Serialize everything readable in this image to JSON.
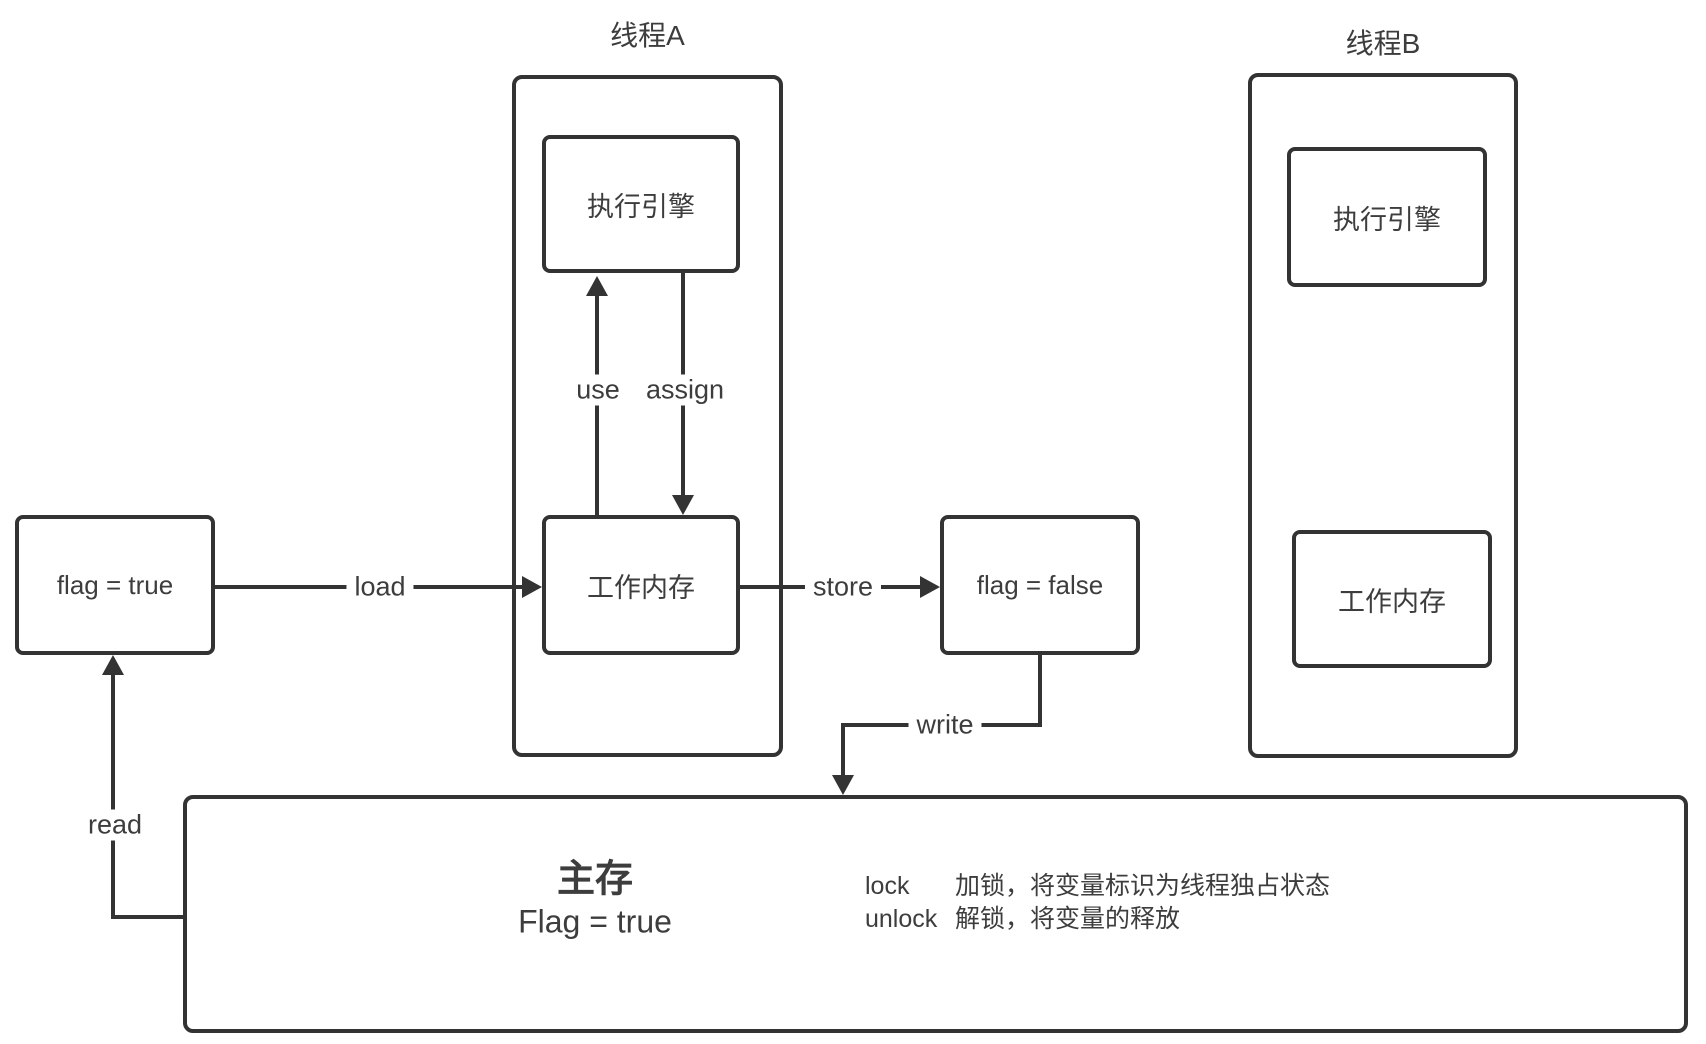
{
  "diagram": {
    "thread_a": {
      "title": "线程A",
      "engine_label": "执行引擎",
      "working_memory_label": "工作内存"
    },
    "thread_b": {
      "title": "线程B",
      "engine_label": "执行引擎",
      "working_memory_label": "工作内存"
    },
    "flag_true_box": {
      "label": "flag = true"
    },
    "flag_false_box": {
      "label": "flag = false"
    },
    "main_memory": {
      "title": "主存",
      "value": "Flag = true",
      "notes": [
        {
          "keyword": "lock",
          "description": "加锁，将变量标识为线程独占状态"
        },
        {
          "keyword": "unlock",
          "description": "解锁，将变量的释放"
        }
      ]
    },
    "edges": {
      "load": "load",
      "store": "store",
      "use": "use",
      "assign": "assign",
      "read": "read",
      "write": "write"
    },
    "colors": {
      "stroke": "#333333",
      "text": "#3d3d3d",
      "background": "#ffffff"
    }
  }
}
